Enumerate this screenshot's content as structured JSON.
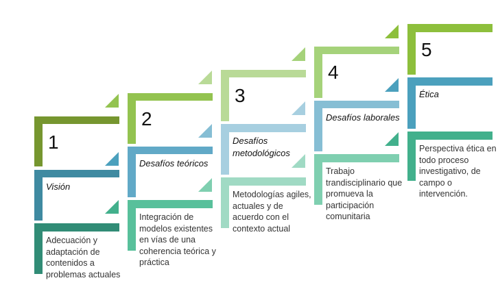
{
  "diagram": {
    "type": "staircase-process",
    "steps": [
      {
        "number": "1",
        "title": "Visión",
        "description": "Adecuación y adaptación de contenidos a problemas actuales",
        "colors": {
          "number": "#76962f",
          "title": "#3f8aa1",
          "desc": "#318c76"
        }
      },
      {
        "number": "2",
        "title": "Desafíos teóricos",
        "description": "Integración de modelos existentes en vías de una coherencia teórica y práctica",
        "colors": {
          "number": "#93c350",
          "title": "#61a9c7",
          "desc": "#58c09b"
        }
      },
      {
        "number": "3",
        "title": "Desafíos metodológicos",
        "description": "Metodologías agiles, actuales y de acuerdo con el contexto actual",
        "colors": {
          "number": "#b9da97",
          "title": "#a7cfe0",
          "desc": "#a0dac4"
        }
      },
      {
        "number": "4",
        "title": "Desafíos laborales",
        "description": "Trabajo trandisciplinario que promueva la participación comunitaria",
        "colors": {
          "number": "#a5d27a",
          "title": "#86bed4",
          "desc": "#7fcfb0"
        }
      },
      {
        "number": "5",
        "title": "Ética",
        "description": "Perspectiva ética en todo proceso investigativo, de campo o intervención.",
        "colors": {
          "number": "#8dbf3c",
          "title": "#4ba0bd",
          "desc": "#42b08c"
        }
      }
    ]
  }
}
